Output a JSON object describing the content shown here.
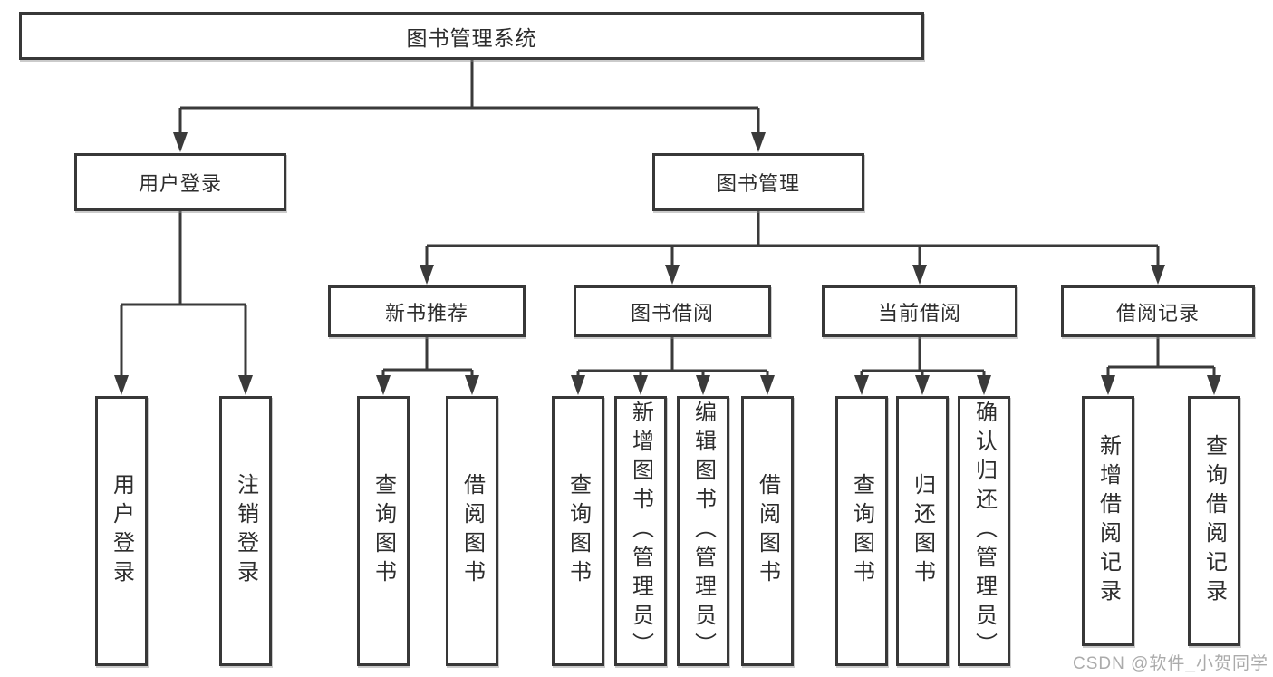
{
  "tree": {
    "label": "图书管理系统",
    "children": [
      {
        "label": "用户登录",
        "children": [
          {
            "label": "用户登录"
          },
          {
            "label": "注销登录"
          }
        ]
      },
      {
        "label": "图书管理",
        "children": [
          {
            "label": "新书推荐",
            "children": [
              {
                "label": "查询图书"
              },
              {
                "label": "借阅图书"
              }
            ]
          },
          {
            "label": "图书借阅",
            "children": [
              {
                "label": "查询图书"
              },
              {
                "label": "新增图书（管理员）"
              },
              {
                "label": "编辑图书（管理员）"
              },
              {
                "label": "借阅图书"
              }
            ]
          },
          {
            "label": "当前借阅",
            "children": [
              {
                "label": "查询图书"
              },
              {
                "label": "归还图书"
              },
              {
                "label": "确认归还（管理员）"
              }
            ]
          },
          {
            "label": "借阅记录",
            "children": [
              {
                "label": "新增借阅记录"
              },
              {
                "label": "查询借阅记录"
              }
            ]
          }
        ]
      }
    ]
  },
  "watermark": "CSDN @软件_小贺同学",
  "colors": {
    "line": "#3a3a3a",
    "border": "#383838",
    "text": "#2d2d2d",
    "watermark": "#ababab"
  }
}
